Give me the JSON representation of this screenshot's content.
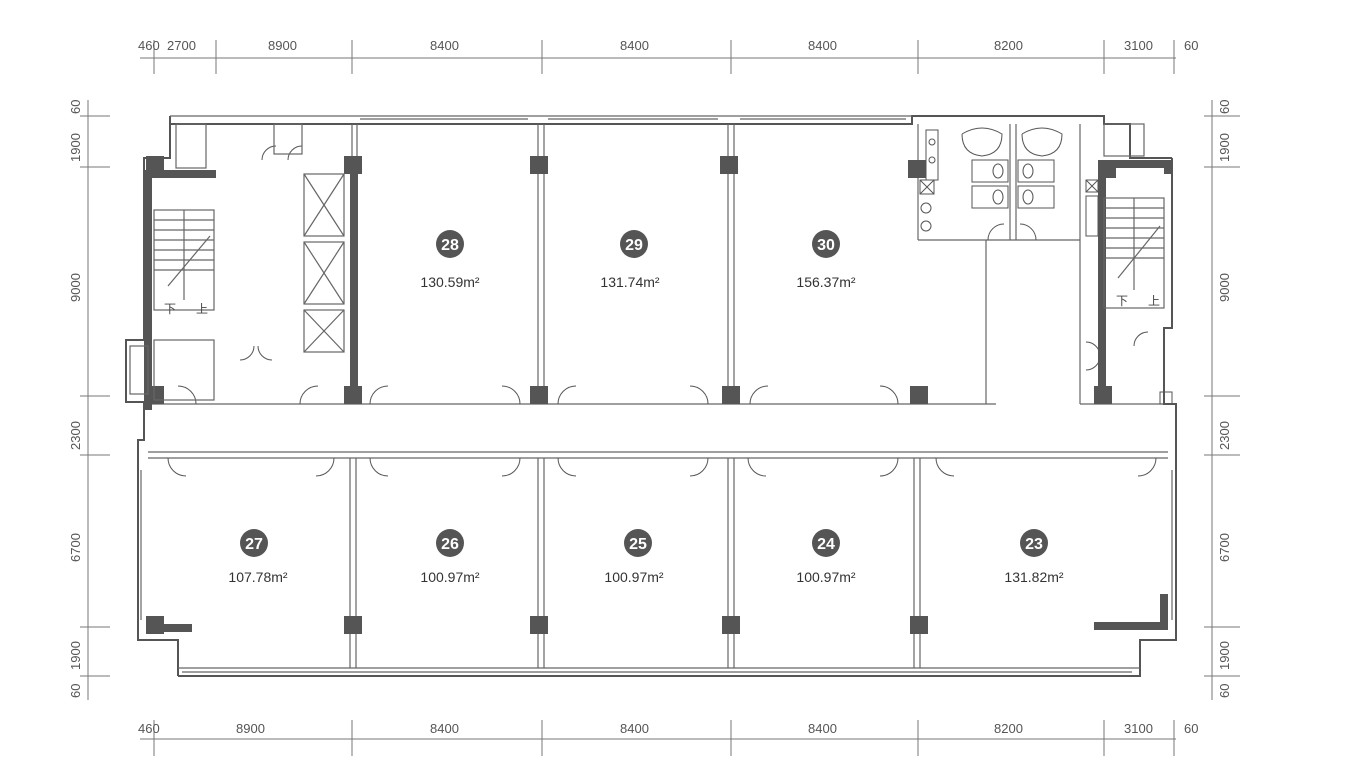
{
  "plan": {
    "dims_top": [
      "460",
      "2700",
      "8900",
      "8400",
      "8400",
      "8400",
      "8200",
      "3100",
      "60"
    ],
    "dims_bottom": [
      "460",
      "8900",
      "8400",
      "8400",
      "8400",
      "8200",
      "3100",
      "60"
    ],
    "dims_left": [
      "60",
      "1900",
      "9000",
      "2300",
      "6700",
      "1900",
      "60"
    ],
    "dims_right": [
      "60",
      "1900",
      "9000",
      "2300",
      "6700",
      "1900",
      "60"
    ],
    "units": [
      {
        "number": "28",
        "area": "130.59m²"
      },
      {
        "number": "29",
        "area": "131.74m²"
      },
      {
        "number": "30",
        "area": "156.37m²"
      },
      {
        "number": "27",
        "area": "107.78m²"
      },
      {
        "number": "26",
        "area": "100.97m²"
      },
      {
        "number": "25",
        "area": "100.97m²"
      },
      {
        "number": "24",
        "area": "100.97m²"
      },
      {
        "number": "23",
        "area": "131.82m²"
      }
    ],
    "stair_labels": {
      "left_down": "下",
      "left_up": "上",
      "right_down": "下",
      "right_up": "上"
    },
    "colors": {
      "badge": "#555555",
      "wall": "#555555",
      "dimension": "#777777"
    }
  }
}
